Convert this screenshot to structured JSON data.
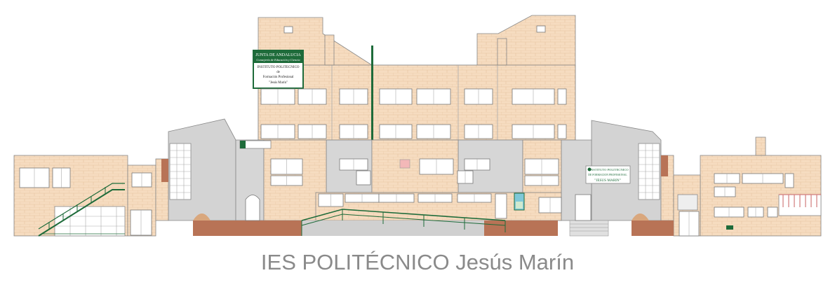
{
  "caption": "IES POLITÉCNICO Jesús Marín",
  "signs": {
    "main_top": "JUNTA DE ANDALUCIA",
    "main_sub": "Consejería de Educación y Ciencia",
    "main_l1": "INSTITUTO POLITECNICO",
    "main_l2": "de",
    "main_l3": "Formación Profesional",
    "main_l4": "\"Jesús Marín\"",
    "right_l1": "INSTITUTO POLITECNICO",
    "right_l2": "DE FORMACION PROFESIONAL",
    "right_l3": "\"JESUS MARIN\""
  },
  "colors": {
    "brick": "#f6dcc0",
    "brick_line": "#e2b68c",
    "gray": "#d0d0d0",
    "dark_gray": "#a9a9a9",
    "terracotta": "#b87356",
    "green": "#1e6b3a",
    "window": "#ffffff",
    "outline": "#777777"
  }
}
